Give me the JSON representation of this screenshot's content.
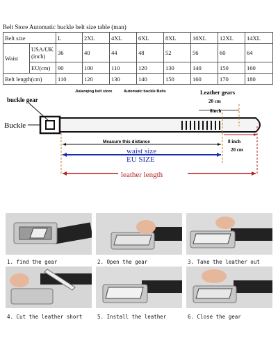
{
  "table": {
    "title": "Belt Store Automatic buckle belt size table (man)",
    "header": [
      "Belt size",
      "L",
      "2XL",
      "4XL",
      "6XL",
      "8XL",
      "10XL",
      "12XL",
      "14XL"
    ],
    "waist_label": "Waist",
    "us_unit": "USA/UK (inch)",
    "us_values": [
      "36",
      "40",
      "44",
      "48",
      "52",
      "56",
      "60",
      "64"
    ],
    "eu_unit": "EU(cm)",
    "eu_values": [
      "90",
      "100",
      "110",
      "120",
      "130",
      "140",
      "150",
      "160"
    ],
    "length_label": "Belt length(cm)",
    "length_values": [
      "110",
      "120",
      "130",
      "140",
      "150",
      "160",
      "170",
      "180"
    ]
  },
  "diagram": {
    "buckle_gear": "buckle gear",
    "store": "Jialanqing belt store",
    "brand": "Automatic buckle Belts",
    "leather_gears": "Leather gears",
    "gap_20": "20 cm",
    "gap_8": "8inch",
    "buckle": "Buckle",
    "measure": "Measure this distance",
    "waist_size": "waist size",
    "eu_size": "EU SIZE",
    "tail_8": "8 inch",
    "tail_20": "20 cm",
    "leather_length": "leather length"
  },
  "steps": [
    {
      "label": "1. find the gear"
    },
    {
      "label": "2. Open the gear"
    },
    {
      "label": "3. Take the leather out"
    },
    {
      "label": "4. Cut the leather short"
    },
    {
      "label": "5. Install the leather"
    },
    {
      "label": "6. Close the gear"
    }
  ],
  "colors": {
    "blue": "#1a2ab0",
    "red": "#b31f1f",
    "orange": "#c9822b"
  }
}
